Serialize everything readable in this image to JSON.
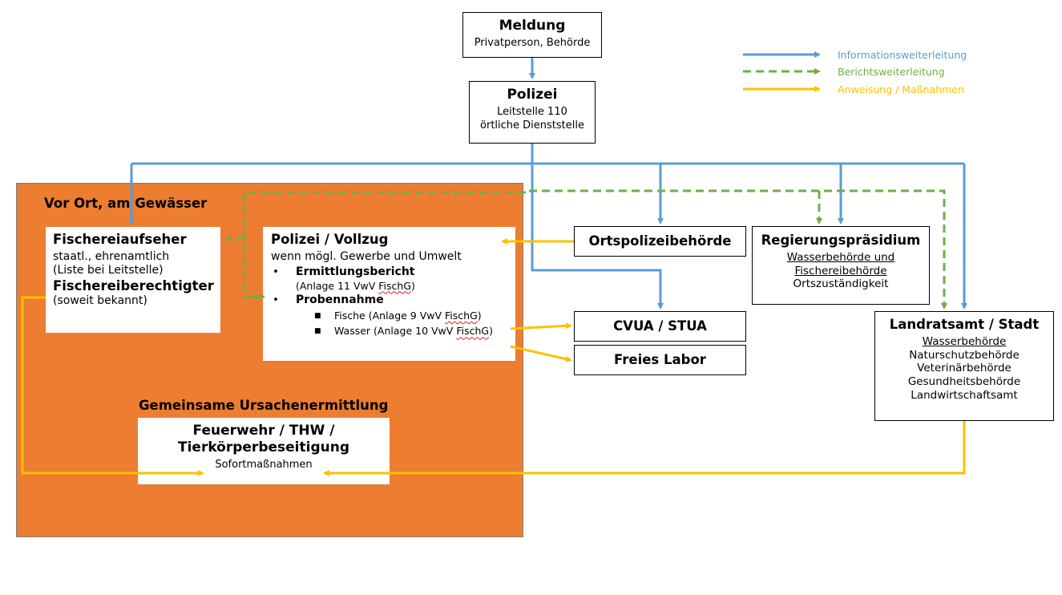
{
  "legend": {
    "items": [
      {
        "label": "Informationsweiterleitung",
        "color": "#5b9bd5",
        "style": "solid"
      },
      {
        "label": "Berichtsweiterleitung",
        "color": "#70ad47",
        "style": "dashed"
      },
      {
        "label": "Anweisung / Maßnahmen",
        "color": "#ffc000",
        "style": "solid"
      }
    ]
  },
  "colors": {
    "info": "#5b9bd5",
    "report": "#70ad47",
    "action": "#ffc000",
    "area": "#ed7d31"
  },
  "meldung": {
    "title": "Meldung",
    "subtitle": "Privatperson, Behörde"
  },
  "polizei": {
    "title": "Polizei",
    "lines": [
      "Leitstelle 110",
      "örtliche Dienststelle"
    ]
  },
  "area": {
    "label": "Vor Ort, am Gewässer"
  },
  "fischereiaufseher": {
    "title": "Fischereiaufseher",
    "line1": "staatl., ehrenamtlich",
    "line2": "(Liste bei Leitstelle)",
    "title2": "Fischereiberechtigter",
    "line3": "(soweit bekannt)"
  },
  "vollzug": {
    "title": "Polizei / Vollzug",
    "subtitle": "wenn mögl. Gewerbe und Umwelt",
    "bullet1": "Ermittlungsbericht",
    "bullet1_note_pre": "(Anlage 11 VwV ",
    "bullet1_note_law": "FischG",
    "bullet1_note_post": ")",
    "bullet2": "Probennahme",
    "sub1_pre": "Fische (Anlage 9 VwV ",
    "sub1_law": "FischG",
    "sub1_post": ")",
    "sub2_pre": "Wasser (Anlage 10 VwV ",
    "sub2_law": "FischG",
    "sub2_post": ")"
  },
  "ortspolizei": {
    "title": "Ortspolizeibehörde"
  },
  "regierung": {
    "title": "Regierungspräsidium",
    "line1": "Wasserbehörde und",
    "line2": "Fischereibehörde",
    "line3": "Ortszuständigkeit"
  },
  "cvua": {
    "title": "CVUA / STUA"
  },
  "labor": {
    "title": "Freies Labor"
  },
  "landrat": {
    "title": "Landratsamt / Stadt",
    "lines": [
      "Wasserbehörde",
      "Naturschutzbehörde",
      "Veterinärbehörde",
      "Gesundheitsbehörde",
      "Landwirtschaftsamt"
    ]
  },
  "ursachen": {
    "label": "Gemeinsame Ursachenermittlung"
  },
  "feuerwehr": {
    "title1": "Feuerwehr / THW /",
    "title2": "Tierkörperbeseitigung",
    "subtitle": "Sofortmaßnahmen"
  }
}
